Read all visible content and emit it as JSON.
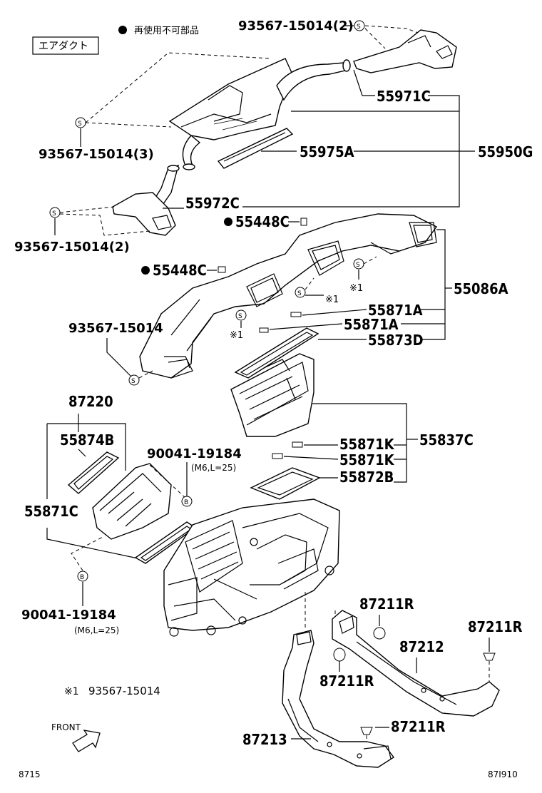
{
  "header": {
    "section_tag": "エアダクト",
    "legend_note": "再使用不可部品"
  },
  "labels": {
    "p_93567_15014_2_top": "93567-15014(2)",
    "p_55971C": "55971C",
    "p_93567_15014_3": "93567-15014(3)",
    "p_55975A": "55975A",
    "p_55950G": "55950G",
    "p_55972C": "55972C",
    "p_93567_15014_2_left": "93567-15014(2)",
    "p_55448C_a": "55448C",
    "p_55448C_b": "55448C",
    "p_55086A": "55086A",
    "p_55871A_a": "55871A",
    "p_55871A_b": "55871A",
    "p_55873D": "55873D",
    "p_93567_15014": "93567-15014",
    "p_87220": "87220",
    "p_55874B": "55874B",
    "p_90041_19184_a": "90041-19184",
    "p_m6_a": "(M6,L=25)",
    "p_55871C": "55871C",
    "p_55837C": "55837C",
    "p_55871K_a": "55871K",
    "p_55871K_b": "55871K",
    "p_55872B": "55872B",
    "p_90041_19184_b": "90041-19184",
    "p_m6_b": "(M6,L=25)",
    "p_87211R_a": "87211R",
    "p_87211R_b": "87211R",
    "p_87212": "87212",
    "p_87211R_c": "87211R",
    "p_87211R_d": "87211R",
    "p_87213": "87213"
  },
  "markers": {
    "s": "S",
    "b": "B",
    "note_ref": "※1"
  },
  "footnote": {
    "mark": "※1",
    "text": "93567-15014"
  },
  "front_label": "FRONT",
  "footer": {
    "left_code": "8715",
    "right_code": "87I910"
  }
}
